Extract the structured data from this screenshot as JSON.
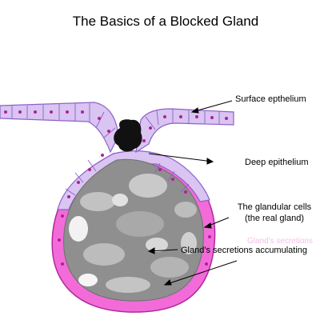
{
  "title": "The Basics of a Blocked Gland",
  "labels": {
    "surface_epithelium": "Surface epthelium",
    "deep_epithelium": "Deep epithelium",
    "glandular_cells_line1": "The glandular cells",
    "glandular_cells_line2": "(the real gland)",
    "secretions_faint": "Gland's secretions",
    "secretions_accumulating": "Gland's secretions accumulating"
  },
  "colors": {
    "epithelium_fill": "#d9c4f2",
    "epithelium_stroke": "#8d62c8",
    "nucleus": "#b0209a",
    "glandular_fill": "#f26bd8",
    "glandular_stroke": "#b02a9a",
    "secretion_fill": "#9a9a9a",
    "blockage": "#111111"
  }
}
